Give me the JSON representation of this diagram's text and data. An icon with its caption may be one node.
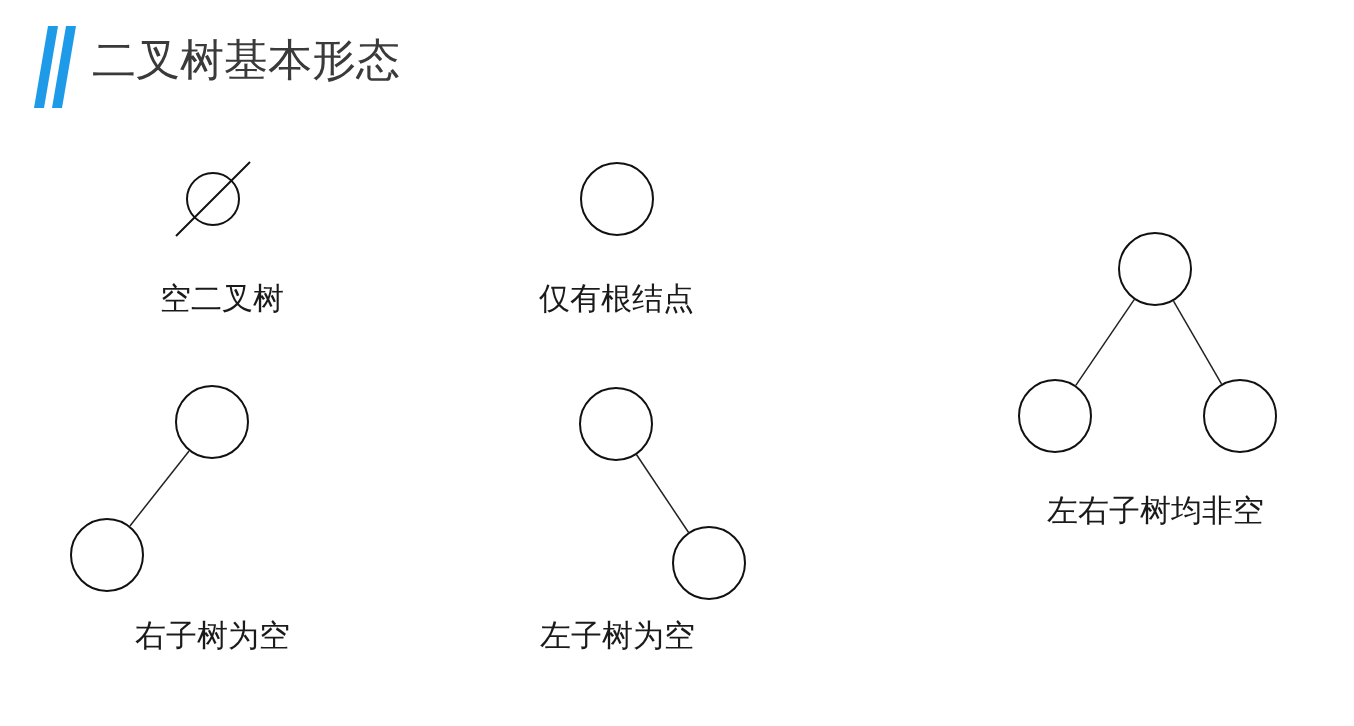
{
  "diagram": {
    "title": "二叉树基本形态",
    "nodes": [
      {
        "text": [],
        "shape": "circle"
      },
      {
        "text": [],
        "shape": "circle"
      },
      {
        "text": [],
        "shape": "circle"
      },
      {
        "text": [],
        "shape": "circle"
      },
      {
        "text": [],
        "shape": "circle"
      },
      {
        "text": [],
        "shape": "circle"
      },
      {
        "text": [],
        "shape": "circle"
      },
      {
        "text": [],
        "shape": "circle"
      },
      {
        "text": [],
        "shape": "circle"
      }
    ],
    "edges": [
      {
        "from": 2,
        "to": 5,
        "arrow": "none"
      },
      {
        "from": 2,
        "to": 6,
        "arrow": "none"
      },
      {
        "from": 3,
        "to": 7,
        "arrow": "none"
      },
      {
        "from": 4,
        "to": 8,
        "arrow": "none"
      }
    ],
    "labels": [
      "空二叉树",
      "仅有根结点",
      "左右子树均非空",
      "右子树为空",
      "左子树为空"
    ]
  }
}
